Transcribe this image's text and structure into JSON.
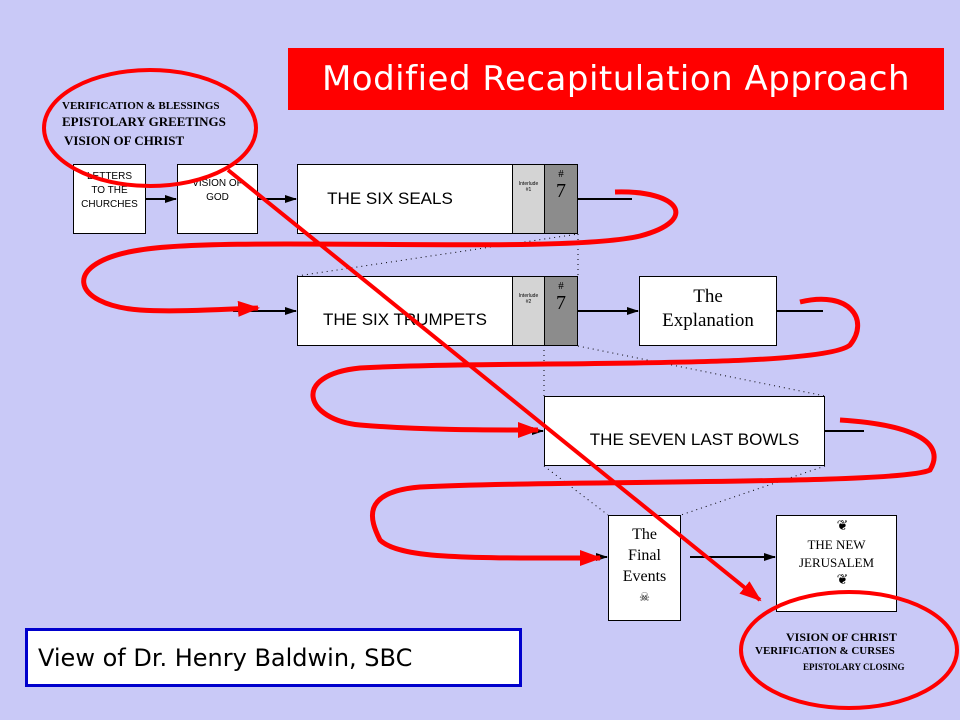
{
  "title": "Modified Recapitulation Approach",
  "top_labels": {
    "line1": "VERIFICATION & BLESSINGS",
    "line2": "EPISTOLARY GREETINGS",
    "line3": "VISION OF CHRIST"
  },
  "letters": [
    "LETTERS",
    "TO THE",
    "CHURCHES"
  ],
  "vision_of_god": [
    "VISION OF",
    "GOD"
  ],
  "six_seals": "THE SIX SEALS",
  "interlude1": [
    "Interlude",
    "#1"
  ],
  "interlude2": [
    "Interlude",
    "#2"
  ],
  "seventh_hash": "#",
  "seventh_num": "7",
  "six_trumpets": "THE SIX TRUMPETS",
  "explanation": [
    "The",
    "Explanation"
  ],
  "seven_bowls": "THE SEVEN LAST BOWLS",
  "final_events": [
    "The",
    "Final",
    "Events"
  ],
  "skull_glyph": "☠",
  "new_jerusalem": [
    "THE NEW",
    "JERUSALEM"
  ],
  "flourish_glyph": "❦",
  "bottom_labels": {
    "line1": "VISION OF CHRIST",
    "line2": "VERIFICATION & CURSES",
    "line3": "EPISTOLARY CLOSING"
  },
  "footer": "View of Dr. Henry Baldwin, SBC",
  "colors": {
    "background": "#c9c9f7",
    "accent_red": "#ff0000",
    "footer_border": "#0000cc"
  }
}
